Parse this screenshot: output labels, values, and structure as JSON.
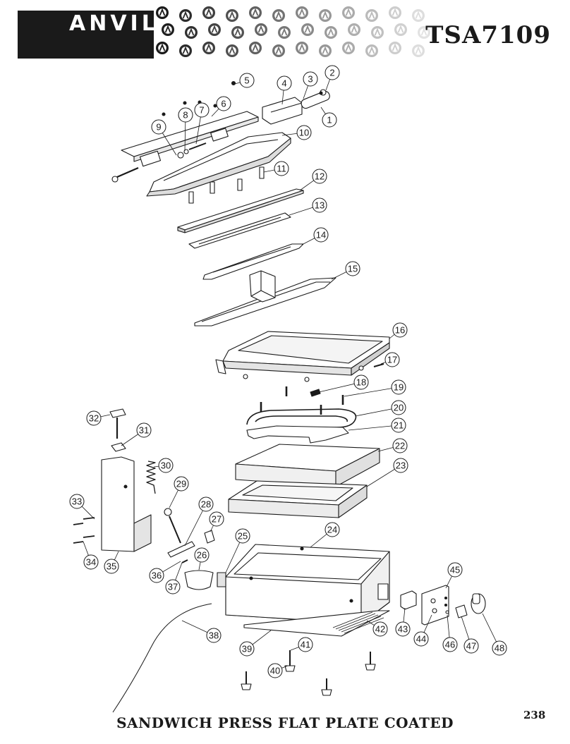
{
  "brand": {
    "name": "ANVIL",
    "model": "TSA7109"
  },
  "title": "SANDWICH PRESS FLAT PLATE COATED",
  "page_number": "238",
  "colors": {
    "ink": "#1a1a1a",
    "paper": "#ffffff",
    "banner": "#1a1a1a"
  },
  "callouts": [
    "1",
    "2",
    "3",
    "4",
    "5",
    "6",
    "7",
    "8",
    "9",
    "10",
    "11",
    "12",
    "13",
    "14",
    "15",
    "16",
    "17",
    "18",
    "19",
    "20",
    "21",
    "22",
    "23",
    "24",
    "25",
    "26",
    "27",
    "28",
    "29",
    "30",
    "31",
    "32",
    "33",
    "34",
    "35",
    "36",
    "37",
    "38",
    "39",
    "40",
    "41",
    "42",
    "43",
    "44",
    "45",
    "46",
    "47",
    "48"
  ]
}
